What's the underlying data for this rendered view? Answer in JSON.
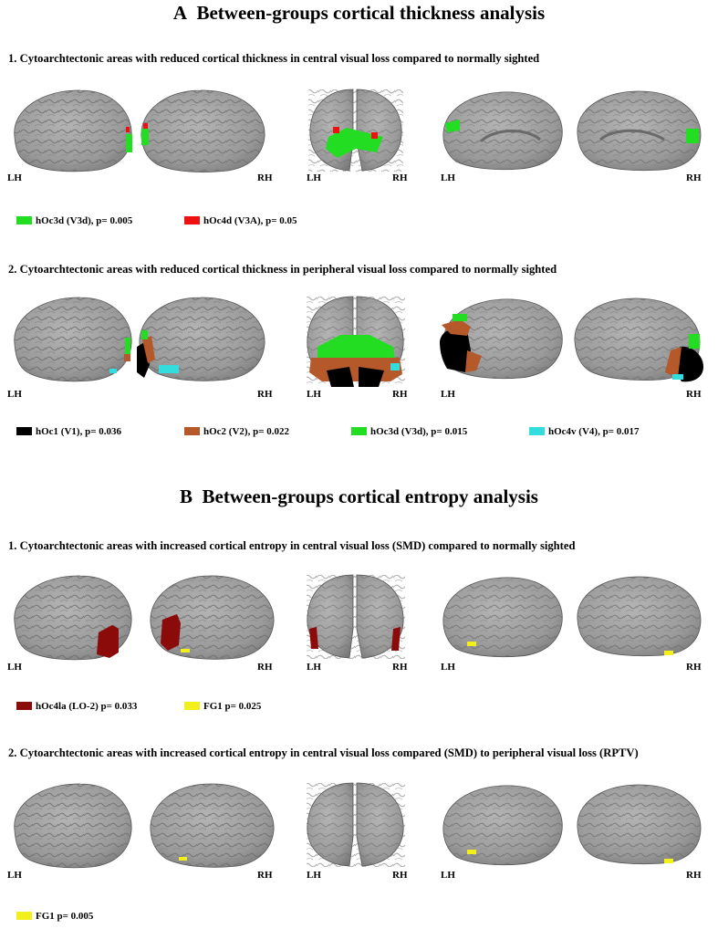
{
  "section_a": {
    "letter": "A",
    "title": "Between-groups cortical thickness analysis",
    "panel1": {
      "title": "1. Cytoarchtectonic areas with reduced cortical thickness in central visual loss compared to normally sighted",
      "labels": {
        "lh": "LH",
        "rh": "RH"
      },
      "legend": [
        {
          "label": "hOc3d (V3d), p= 0.005",
          "color": "#22dd22"
        },
        {
          "label": "hOc4d (V3A), p= 0.05",
          "color": "#ee1111"
        }
      ]
    },
    "panel2": {
      "title": "2. Cytoarchtectonic areas with reduced cortical thickness in peripheral visual loss compared to normally sighted",
      "labels": {
        "lh": "LH",
        "rh": "RH"
      },
      "legend": [
        {
          "label": "hOc1 (V1), p= 0.036",
          "color": "#000000"
        },
        {
          "label": "hOc2 (V2), p= 0.022",
          "color": "#b5582a"
        },
        {
          "label": "hOc3d (V3d), p= 0.015",
          "color": "#22dd22"
        },
        {
          "label": "hOc4v (V4), p= 0.017",
          "color": "#33dddd"
        }
      ]
    }
  },
  "section_b": {
    "letter": "B",
    "title": "Between-groups cortical entropy analysis",
    "panel1": {
      "title": "1. Cytoarchtectonic areas with increased cortical entropy in central visual loss (SMD) compared to normally sighted",
      "labels": {
        "lh": "LH",
        "rh": "RH"
      },
      "legend": [
        {
          "label": "hOc4la (LO-2) p= 0.033",
          "color": "#8b0a0a"
        },
        {
          "label": "FG1 p= 0.025",
          "color": "#f3ef1a"
        }
      ]
    },
    "panel2": {
      "title": "2. Cytoarchtectonic areas with increased cortical entropy in central visual loss compared (SMD) to peripheral visual loss (RPTV)",
      "labels": {
        "lh": "LH",
        "rh": "RH"
      },
      "legend": [
        {
          "label": "FG1 p= 0.005",
          "color": "#f3ef1a"
        }
      ]
    }
  }
}
